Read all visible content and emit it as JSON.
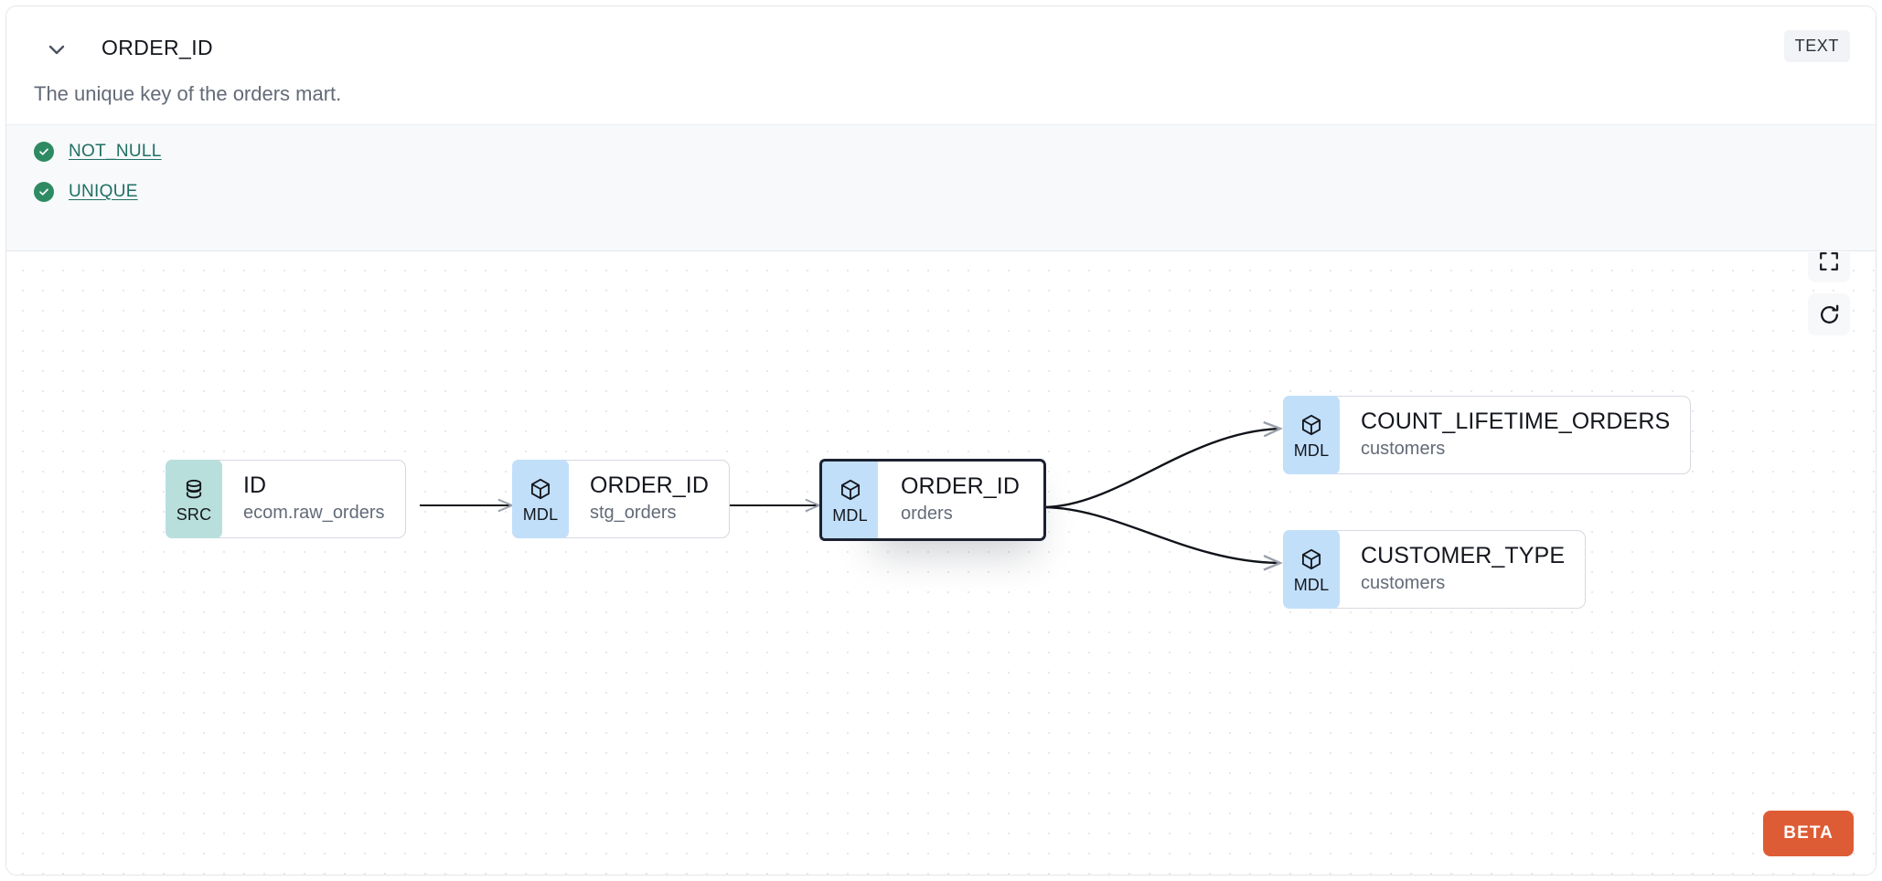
{
  "header": {
    "chevron_icon": "chevron-down-icon",
    "title": "ORDER_ID",
    "description": "The unique key of the orders mart.",
    "type_badge": "TEXT"
  },
  "tests": [
    {
      "label": "NOT_NULL",
      "status": "passed",
      "icon": "check-circle-icon"
    },
    {
      "label": "UNIQUE",
      "status": "passed",
      "icon": "check-circle-icon"
    }
  ],
  "lineage": {
    "nodes": [
      {
        "id": "src-id",
        "badge": "SRC",
        "badge_icon": "database-icon",
        "name": "ID",
        "sub": "ecom.raw_orders",
        "selected": false
      },
      {
        "id": "stg-order-id",
        "badge": "MDL",
        "badge_icon": "cube-icon",
        "name": "ORDER_ID",
        "sub": "stg_orders",
        "selected": false
      },
      {
        "id": "orders-order-id",
        "badge": "MDL",
        "badge_icon": "cube-icon",
        "name": "ORDER_ID",
        "sub": "orders",
        "selected": true
      },
      {
        "id": "count-lifetime",
        "badge": "MDL",
        "badge_icon": "cube-icon",
        "name": "COUNT_LIFETIME_ORDERS",
        "sub": "customers",
        "selected": false
      },
      {
        "id": "customer-type",
        "badge": "MDL",
        "badge_icon": "cube-icon",
        "name": "CUSTOMER_TYPE",
        "sub": "customers",
        "selected": false
      }
    ],
    "controls": [
      {
        "id": "fit-view",
        "icon": "fit-view-icon"
      },
      {
        "id": "reset-view",
        "icon": "refresh-icon"
      }
    ],
    "beta_label": "BETA"
  },
  "colors": {
    "src_badge": "#b9dfdc",
    "mdl_badge": "#c2dffa",
    "test_pass": "#2e8a63",
    "test_link": "#1f6f63",
    "beta": "#de5c35",
    "selected_border": "#1b2130"
  }
}
